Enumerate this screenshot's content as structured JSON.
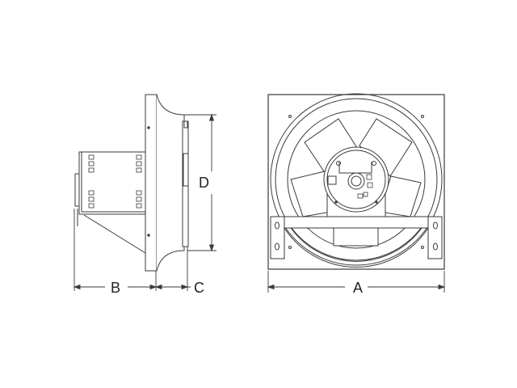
{
  "diagram": {
    "type": "technical dimension drawing",
    "subject": "Exhaust fan with direct-drive motor (side and front views)",
    "colors": {
      "line": "#3a3a3a",
      "fill": "#ffffff",
      "background": "#ffffff"
    },
    "views": [
      {
        "name": "side-view",
        "description": "Side profile showing motor, support bracket, flange and venturi"
      },
      {
        "name": "front-view",
        "description": "Front view showing square frame, venturi ring, fan blades, motor hub and mounting bracket"
      }
    ],
    "dimensions": {
      "A": {
        "label": "A",
        "meaning": "overall width of front frame"
      },
      "B": {
        "label": "B",
        "meaning": "depth from motor bracket back to flange"
      },
      "C": {
        "label": "C",
        "meaning": "depth from flange to venturi front"
      },
      "D": {
        "label": "D",
        "meaning": "venturi opening height"
      }
    }
  }
}
